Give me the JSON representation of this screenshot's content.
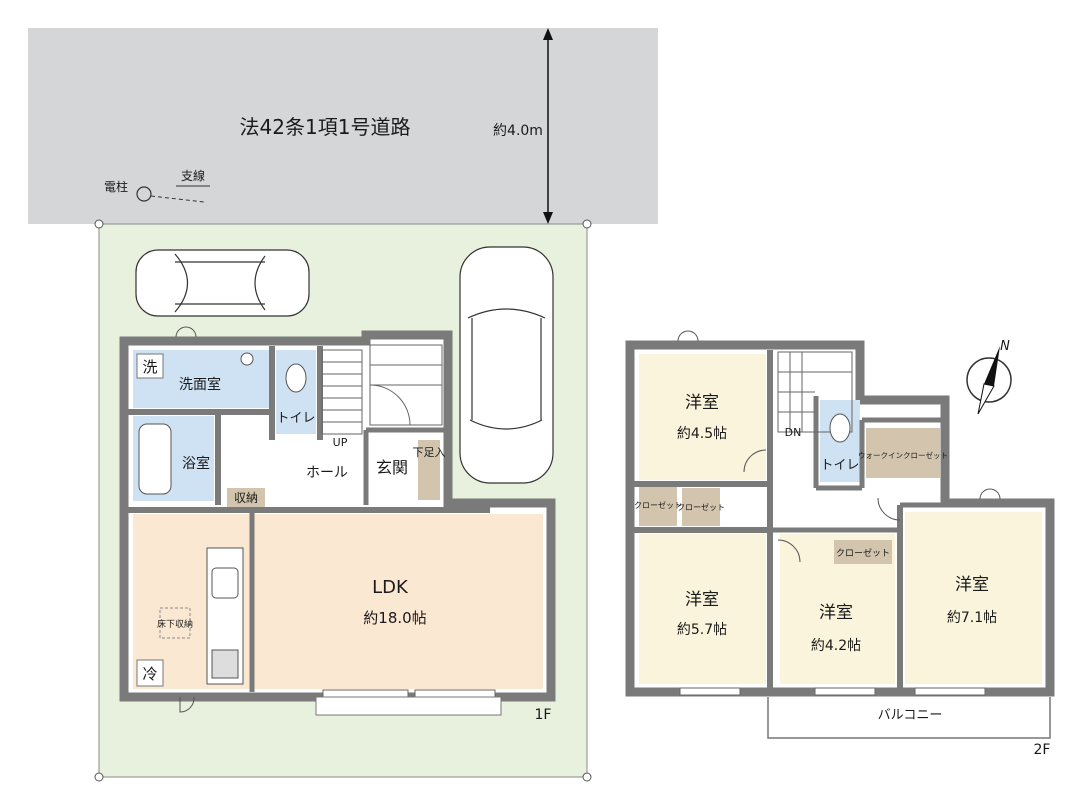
{
  "road": {
    "label": "法42条1項1号道路",
    "width": "約4.0m",
    "pole": "電柱",
    "guy_wire": "支線"
  },
  "floor1": {
    "floor_label": "1F",
    "rooms": {
      "washroom": "洗面室",
      "wash_mark": "洗",
      "toilet": "トイレ",
      "bath": "浴室",
      "hall": "ホール",
      "up": "UP",
      "entrance": "玄関",
      "shoe_storage": "下足入",
      "storage": "収納",
      "ldk": "LDK",
      "ldk_size": "約18.0帖",
      "underfloor": "床下収納",
      "fridge": "冷"
    }
  },
  "floor2": {
    "floor_label": "2F",
    "north": "N",
    "rooms": {
      "r1": "洋室",
      "r1_size": "約4.5帖",
      "r2": "洋室",
      "r2_size": "約5.7帖",
      "r3": "洋室",
      "r3_size": "約4.2帖",
      "r4": "洋室",
      "r4_size": "約7.1帖",
      "closet1": "クローゼット",
      "closet2": "クローゼット",
      "closet3": "クローゼット",
      "wic": "ウォークインクローゼット",
      "toilet": "トイレ",
      "dn": "DN",
      "balcony": "バルコニー"
    }
  },
  "colors": {
    "road": "#d5d6d8",
    "site": "#e8f1dd",
    "wet": "#cfe2f3",
    "living": "#fbe8d3",
    "bedroom": "#fbf4dc",
    "storage": "#d2c4ad",
    "wall": "#7a7a7a"
  }
}
